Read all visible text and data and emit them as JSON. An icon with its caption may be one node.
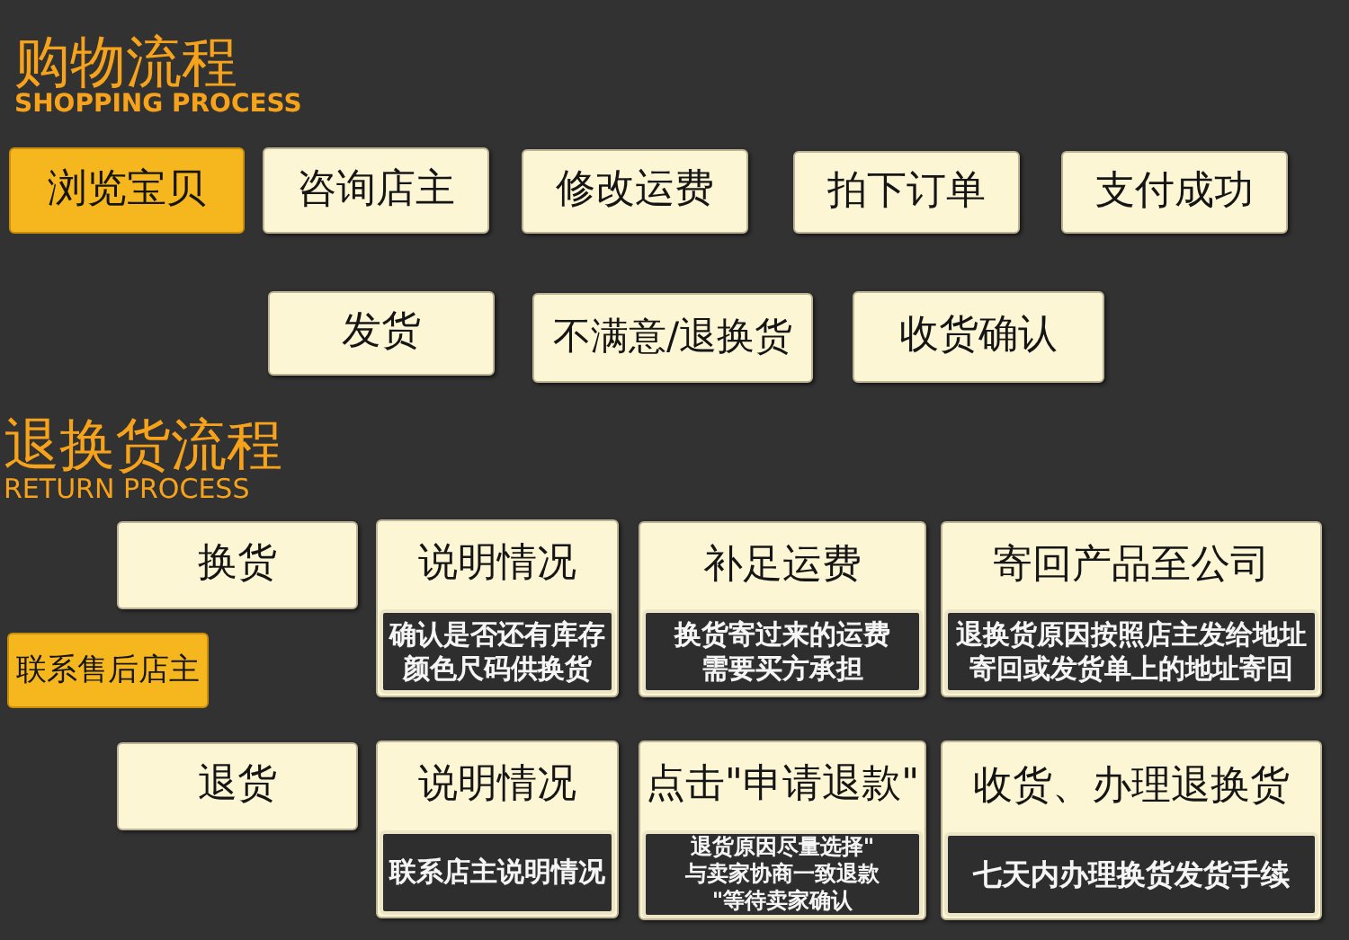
{
  "diagram": {
    "nodes": [
      {
        "text": [
          "浏览宝贝"
        ]
      },
      {
        "text": [
          "咨询店主"
        ]
      },
      {
        "text": [
          "修改运费"
        ]
      },
      {
        "text": [
          "拍下订单"
        ]
      },
      {
        "text": [
          "支付成功"
        ]
      },
      {
        "text": [
          "发货"
        ]
      },
      {
        "text": [
          "不满意/退换货"
        ]
      },
      {
        "text": [
          "收货确认"
        ]
      },
      {
        "text": [
          "换货"
        ]
      },
      {
        "text": [
          "说明情况",
          "确认是否还有库存颜色尺码供换货"
        ]
      },
      {
        "text": [
          "补足运费",
          "换货寄过来的运费需要买方承担"
        ]
      },
      {
        "text": [
          "寄回产品至公司",
          "退换货原因按照店主发给地址寄回或发货单上的地址寄回"
        ]
      },
      {
        "text": [
          "联系售后店主"
        ]
      },
      {
        "text": [
          "退货"
        ]
      },
      {
        "text": [
          "说明情况",
          "联系店主说明情况"
        ]
      },
      {
        "text": [
          "点击\"申请退款\"",
          "退货原因尽量选择\" 与卖家协商一致退款 \"等待卖家确认"
        ]
      },
      {
        "text": [
          "收货、办理退换货",
          "七天内办理换货发货手续"
        ]
      }
    ],
    "labels": [
      "购物流程",
      "SHOPPING PROCESS",
      "退换货流程",
      "RETURN PROCESS"
    ]
  }
}
